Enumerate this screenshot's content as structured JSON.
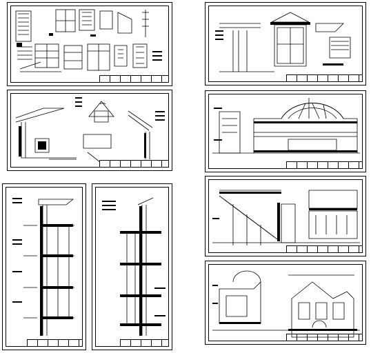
{
  "sheets": [
    {
      "id": "sheet-1",
      "kind": "details"
    },
    {
      "id": "sheet-2",
      "kind": "eave-section"
    },
    {
      "id": "sheet-3",
      "kind": "wall-section"
    },
    {
      "id": "sheet-4",
      "kind": "wall-section"
    },
    {
      "id": "sheet-5",
      "kind": "entrance-elevation"
    },
    {
      "id": "sheet-6",
      "kind": "arched-gable-elevation"
    },
    {
      "id": "sheet-7",
      "kind": "stair-section"
    },
    {
      "id": "sheet-8",
      "kind": "facade-elevation"
    }
  ],
  "colors": {
    "ink": "#000000",
    "paper": "#ffffff"
  }
}
